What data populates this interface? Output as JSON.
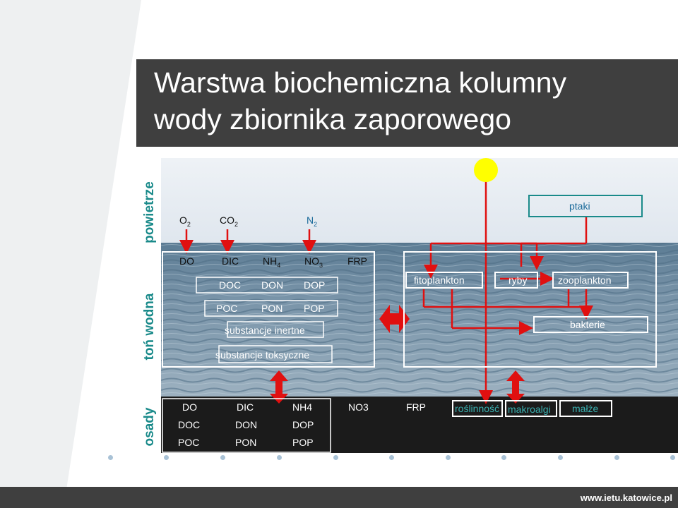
{
  "title": {
    "line1": "Warstwa biochemiczna kolumny",
    "line2": "wody zbiornika zaporowego"
  },
  "zones": {
    "air": "powietrze",
    "water": "toń wodna",
    "sediment": "osady"
  },
  "air": {
    "o2": "O",
    "o2_sub": "2",
    "co2": "CO",
    "co2_sub": "2",
    "n2": "N",
    "n2_sub": "2",
    "birds": "ptaki"
  },
  "water_left": {
    "do": "DO",
    "dic": "DIC",
    "nh4": "NH",
    "nh4_sub": "4",
    "no3": "NO",
    "no3_sub": "3",
    "frp": "FRP",
    "doc": "DOC",
    "don": "DON",
    "dop": "DOP",
    "poc": "POC",
    "pon": "PON",
    "pop": "POP",
    "inert": "substancje inertne",
    "toxic": "substancje toksyczne"
  },
  "water_right": {
    "phyto": "fitoplankton",
    "fish": "ryby",
    "zoo": "zooplankton",
    "bacteria": "bakterie"
  },
  "sediment": {
    "row1": [
      "DO",
      "DIC",
      "NH4",
      "NO3",
      "FRP"
    ],
    "row2": [
      "DOC",
      "DON",
      "DOP"
    ],
    "row3": [
      "POC",
      "PON",
      "POP"
    ],
    "plants": "roślinność",
    "macroalgae": "makroalgi",
    "mussels": "małże"
  },
  "footer": {
    "url": "www.ietu.katowice.pl"
  },
  "colors": {
    "teal": "#1a8a8a",
    "red": "#e01010",
    "sun": "#ffff00",
    "dark": "#3f3f3f"
  }
}
